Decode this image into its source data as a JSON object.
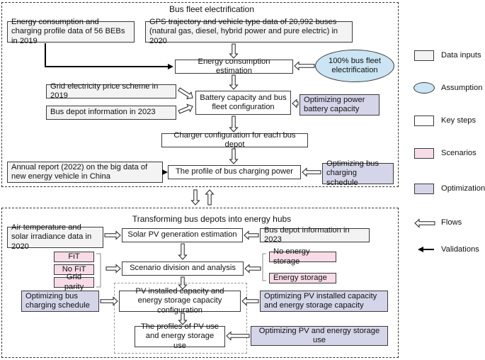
{
  "sections": {
    "top_title": "Bus fleet electrification",
    "bottom_title": "Transforming bus depots into energy hubs"
  },
  "top": {
    "input_energy_data": "Energy consumption and charging profile data of 56 BEBs in 2019",
    "input_gps": "GPS trajectory and vehicle type data of 20,992 buses (natural gas, diesel, hybrid power and pure electric) in 2020",
    "assumption": "100% bus fleet electrification",
    "step_energy_estimation": "Energy consumption estimation",
    "input_grid_price": "Grid electricity price scheme in 2019",
    "input_depot_info": "Bus depot information in 2023",
    "step_battery": "Battery capacity and bus fleet configuration",
    "opt_battery": "Optimizing power battery capacity",
    "step_charger": "Charger configuration for each bus depot",
    "input_annual_report": "Annual report (2022) on the big data of new energy vehicle in China",
    "step_charging_profile": "The profile of bus charging power",
    "opt_charging": "Optimizing bus charging schedule"
  },
  "bottom": {
    "input_air_temp": "Air temperature and solar irradiance data in 2020",
    "step_solar": "Solar PV generation estimation",
    "input_depot_info": "Bus depot information in 2023",
    "scenario_fit": "FiT",
    "scenario_no_fit": "No FiT",
    "scenario_grid_parity": "Grid parity",
    "step_scenario": "Scenario division and analysis",
    "scenario_no_storage": "No energy storage",
    "scenario_storage": "Energy storage",
    "opt_charging": "Optimizing bus charging schedule",
    "step_pv_capacity": "PV installed capacity and energy storage capacity configuration",
    "opt_pv_capacity": "Optimizing PV installed capacity  and energy storage capacity",
    "step_profiles": "The profiles of PV use and energy storage use",
    "opt_pv_use": "Optimizing PV and energy storage use"
  },
  "legend": {
    "data_inputs": "Data inputs",
    "assumption": "Assumption",
    "key_steps": "Key steps",
    "scenarios": "Scenarios",
    "optimization": "Optimization",
    "flows": "Flows",
    "validations": "Validations"
  },
  "colors": {
    "input_fill": "#f3f3f3",
    "assumption_fill": "#cbe5f4",
    "step_fill": "#ffffff",
    "scenario_fill": "#f7dbe7",
    "optimization_fill": "#d4d5e8"
  }
}
